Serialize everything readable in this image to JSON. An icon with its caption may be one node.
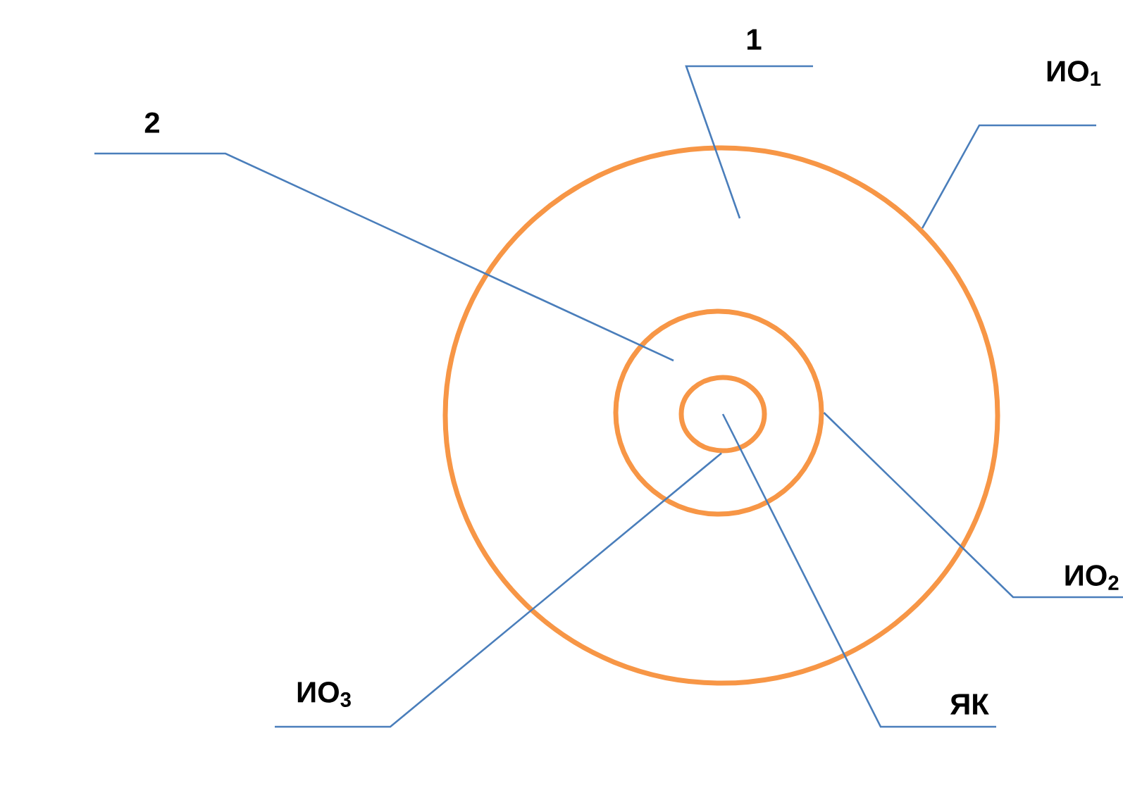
{
  "diagram": {
    "nodes": [
      {
        "text": [
          "1"
        ]
      },
      {
        "text": [
          "ИО$_{1}$"
        ]
      },
      {
        "text": [
          "2"
        ]
      },
      {
        "text": [],
        "shape": "circle"
      },
      {
        "text": [],
        "shape": "circle",
        "in": 3
      },
      {
        "text": [],
        "shape": "circle",
        "in": 4
      },
      {
        "text": [
          "ИО$_{2}$"
        ]
      },
      {
        "text": [
          "ИО$_{3}$"
        ]
      },
      {
        "text": [
          "ЯК"
        ]
      }
    ],
    "edges": [
      {
        "from": 0,
        "to": 3,
        "arrow": "none"
      },
      {
        "from": 1,
        "to": 3,
        "arrow": "none"
      },
      {
        "from": 2,
        "to": 4,
        "arrow": "none"
      },
      {
        "from": 6,
        "to": 4,
        "arrow": "none"
      },
      {
        "from": 7,
        "to": 5,
        "arrow": "none"
      },
      {
        "from": 8,
        "to": 5,
        "arrow": "none"
      }
    ]
  }
}
